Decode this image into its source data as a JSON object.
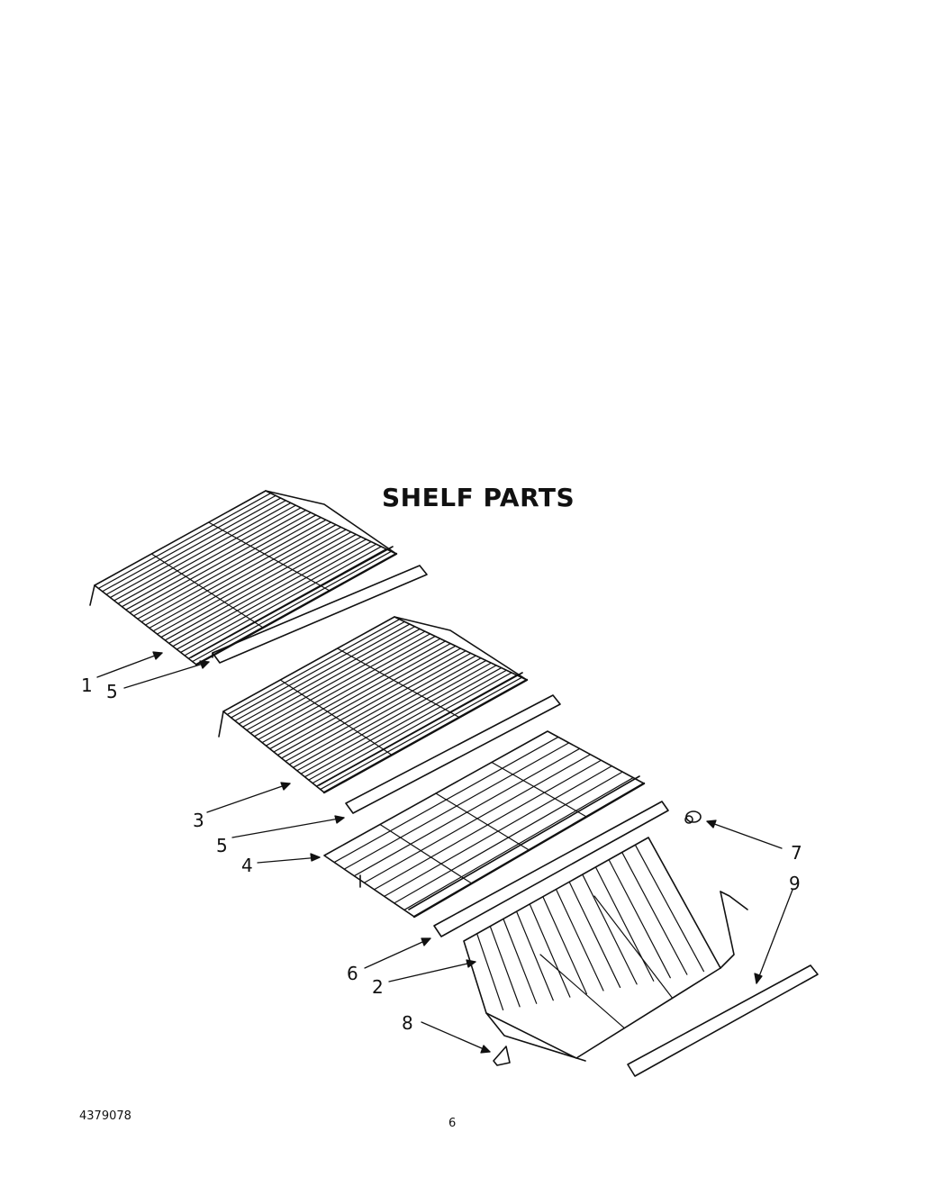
{
  "title": "SHELF PARTS",
  "document_number": "4379078",
  "page_number": "6",
  "callouts": [
    {
      "id": "c1",
      "label": "1"
    },
    {
      "id": "c5a",
      "label": "5"
    },
    {
      "id": "c3",
      "label": "3"
    },
    {
      "id": "c5b",
      "label": "5"
    },
    {
      "id": "c4",
      "label": "4"
    },
    {
      "id": "c7",
      "label": "7"
    },
    {
      "id": "c9",
      "label": "9"
    },
    {
      "id": "c6",
      "label": "6"
    },
    {
      "id": "c2",
      "label": "2"
    },
    {
      "id": "c8",
      "label": "8"
    }
  ]
}
